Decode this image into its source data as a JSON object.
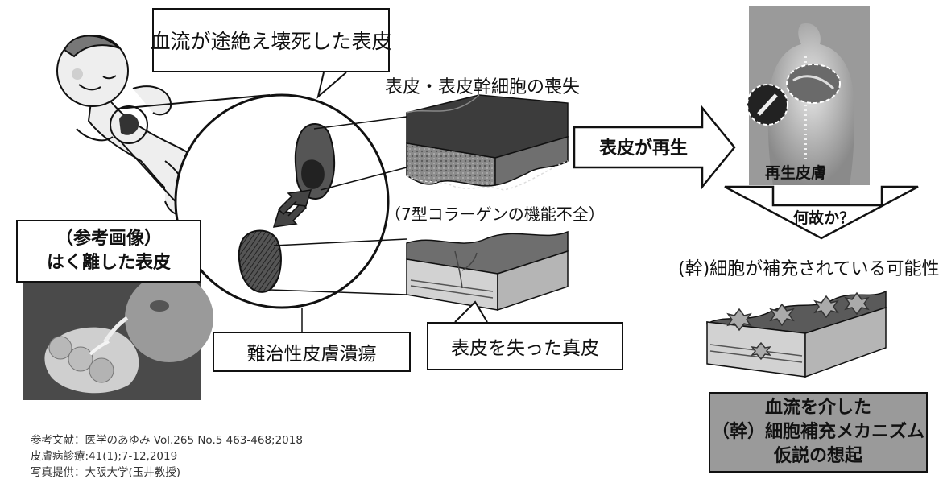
{
  "callouts": {
    "ischemic_necrosis": "血流が途絶え壊死した表皮",
    "epidermis_stem_loss": "表皮・表皮幹細胞の喪失",
    "collagen_vii_dysfunction": "（7型コラーゲンの機能不全）",
    "intractable_ulcer": "難治性皮膚潰瘍",
    "dermis_without_epidermis": "表皮を失った真皮"
  },
  "reference_image": {
    "title_line1": "（参考画像）",
    "title_line2": "はく離した表皮"
  },
  "regeneration": {
    "arrow_label": "表皮が再生",
    "image_label": "再生皮膚",
    "question_label": "何故か？",
    "hypothesis": "(幹)細胞が補充されている可能性",
    "conclusion_line1": "血流を介した",
    "conclusion_line2": "（幹）細胞補充メカニズム",
    "conclusion_line3": "仮説の想起"
  },
  "references": {
    "line1": "参考文献：医学のあゆみ Vol.265 No.5 463-468;2018",
    "line2": "皮膚病診療:41(1);7-12,2019",
    "line3": "写真提供：大阪大学(玉井教授)"
  },
  "colors": {
    "conclusion_box": "#9a9a9a",
    "epidermis_block": "#5a5a5a",
    "dermis_block": "#bdbdbd"
  }
}
